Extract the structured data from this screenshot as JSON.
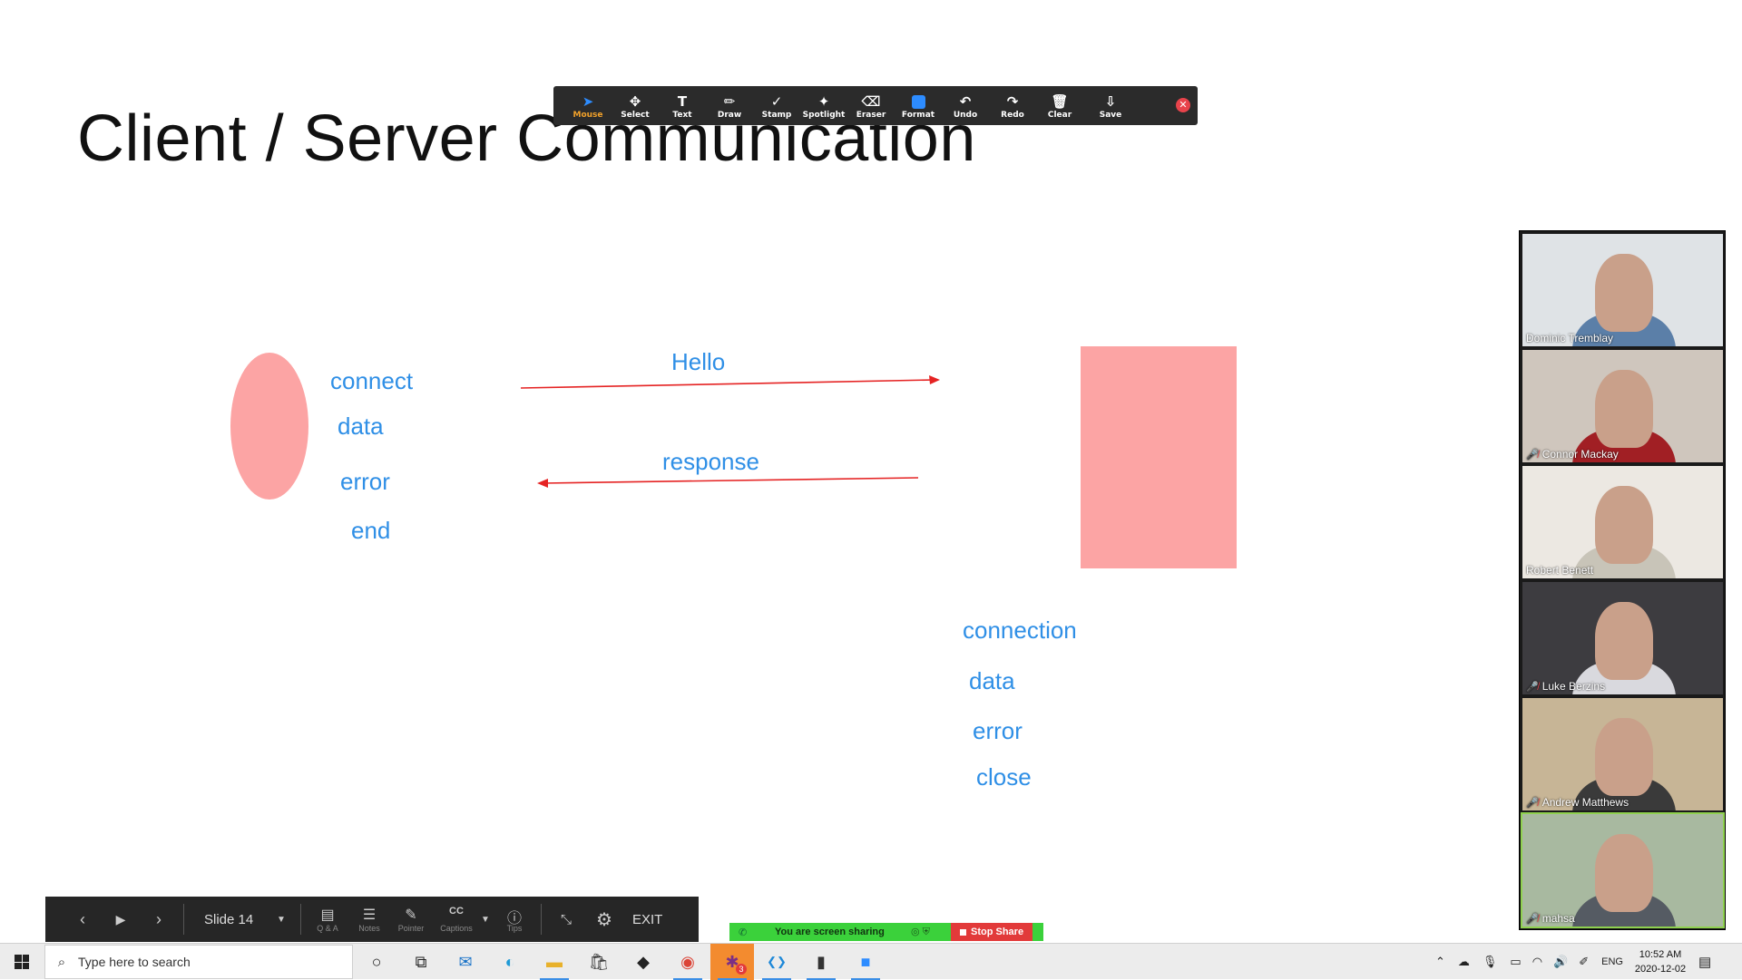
{
  "slide": {
    "title": "Client / Server Communication",
    "client_labels": [
      "connect",
      "data",
      "error",
      "end"
    ],
    "server_labels": [
      "connection",
      "data",
      "error",
      "close"
    ],
    "arrow_hello_label": "Hello",
    "arrow_response_label": "response",
    "shape_color": "#fca4a4",
    "text_color": "#2f8fe6",
    "arrow_color": "#e52323"
  },
  "annotation_toolbar": {
    "tools": [
      {
        "label": "Mouse",
        "icon": "cursor-icon",
        "active": true
      },
      {
        "label": "Select",
        "icon": "move-icon"
      },
      {
        "label": "Text",
        "icon": "text-icon"
      },
      {
        "label": "Draw",
        "icon": "pen-icon"
      },
      {
        "label": "Stamp",
        "icon": "check-icon"
      },
      {
        "label": "Spotlight",
        "icon": "wand-icon"
      },
      {
        "label": "Eraser",
        "icon": "eraser-icon"
      },
      {
        "label": "Format",
        "icon": "format-icon"
      },
      {
        "label": "Undo",
        "icon": "undo-icon"
      },
      {
        "label": "Redo",
        "icon": "redo-icon"
      },
      {
        "label": "Clear",
        "icon": "trash-icon"
      },
      {
        "label": "Save",
        "icon": "save-icon"
      }
    ]
  },
  "participants": [
    {
      "name": "Dominic Tremblay",
      "muted": false,
      "bg": "#dfe3e6",
      "shirt": "#5b7fa8"
    },
    {
      "name": "Connor Mackay",
      "muted": true,
      "bg": "#cfc6bd",
      "shirt": "#a11f24"
    },
    {
      "name": "Robert Benett",
      "muted": false,
      "bg": "#ece8e2",
      "shirt": "#c8c4b8"
    },
    {
      "name": "Luke Berzins",
      "muted": true,
      "bg": "#3d3c40",
      "shirt": "#d9d9de"
    },
    {
      "name": "Andrew Matthews",
      "muted": true,
      "bg": "#c7b596",
      "shirt": "#3a3a3a"
    },
    {
      "name": "mahsa",
      "muted": true,
      "bg": "#a8b9a0",
      "shirt": "#555b63"
    }
  ],
  "presenter_bar": {
    "slide_label": "Slide 14",
    "tools": [
      "Q & A",
      "Notes",
      "Pointer",
      "Captions",
      "Tips"
    ],
    "exit_label": "EXIT"
  },
  "share_bar": {
    "status_text": "You are screen sharing",
    "stop_label": "Stop Share"
  },
  "taskbar": {
    "search_placeholder": "Type here to search",
    "apps": [
      "cortana-icon",
      "task-view-icon",
      "mail-icon",
      "edge-icon",
      "file-explorer-icon",
      "store-icon",
      "app-icon",
      "chrome-icon",
      "slack-icon",
      "vscode-icon",
      "terminal-icon",
      "zoom-icon"
    ],
    "slack_badge": "3",
    "language": "ENG",
    "time": "10:52 AM",
    "date": "2020-12-02"
  }
}
